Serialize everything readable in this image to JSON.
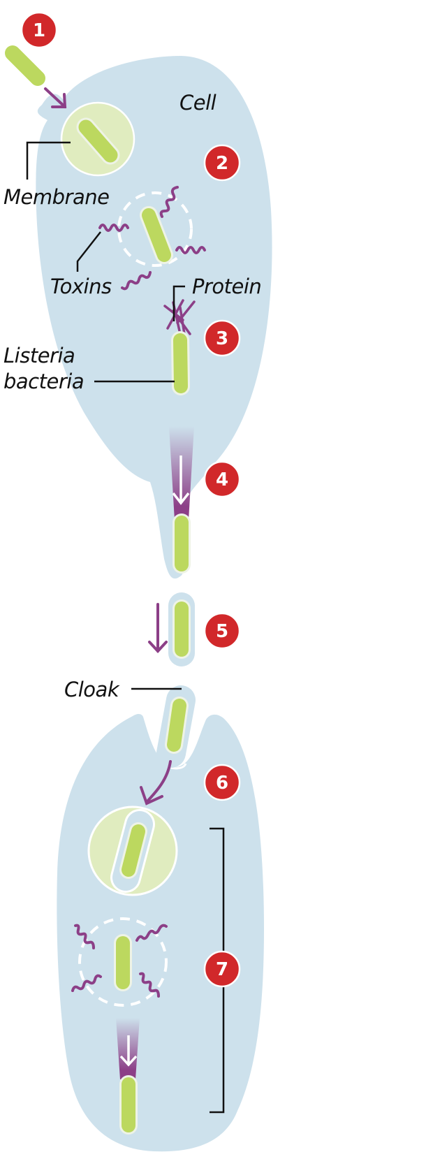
{
  "diagram": {
    "title": "Listeria infection cycle",
    "labels": {
      "cell": "Cell",
      "membrane": "Membrane",
      "toxins": "Toxins",
      "protein": "Protein",
      "listeria_line1": "Listeria",
      "listeria_line2": "bacteria",
      "cloak": "Cloak"
    },
    "steps": [
      {
        "number": "1"
      },
      {
        "number": "2"
      },
      {
        "number": "3"
      },
      {
        "number": "4"
      },
      {
        "number": "5"
      },
      {
        "number": "6"
      },
      {
        "number": "7"
      }
    ],
    "colors": {
      "cell": "#cde1ec",
      "bacteria": "#bcd85f",
      "vacuole": "#e0ecbf",
      "toxin": "#8c3f87",
      "arrow": "#8c3f87",
      "badge": "#d1282a",
      "text": "#111111"
    }
  }
}
